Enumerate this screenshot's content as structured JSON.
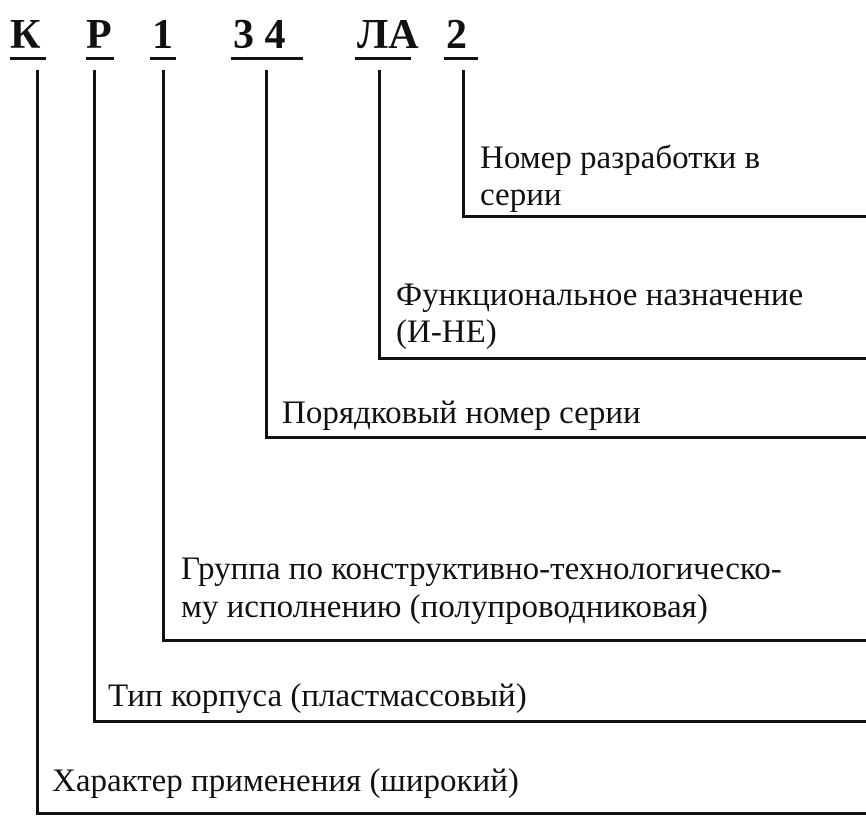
{
  "code": {
    "chars": [
      "К",
      "Р",
      "1",
      "3 4",
      "ЛА",
      "2"
    ]
  },
  "labels": {
    "dev_number": [
      "Номер разработки в",
      "серии"
    ],
    "function": [
      "Функциональное назначение",
      "(И-НЕ)"
    ],
    "series_number": [
      "Порядковый номер серии"
    ],
    "group": [
      "Группа по конструктивно-технологическо-",
      "му исполнению (полупроводниковая)"
    ],
    "package": [
      "Тип корпуса (пластмассовый)"
    ],
    "application": [
      "Характер применения (широкий)"
    ]
  },
  "colors": {
    "ink": "#111111",
    "background": "#ffffff"
  }
}
